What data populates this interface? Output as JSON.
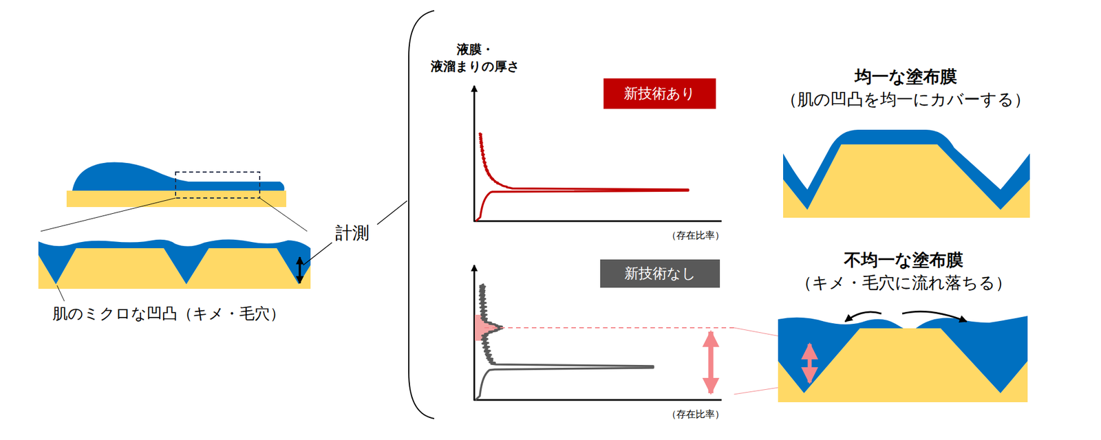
{
  "diagram": {
    "nodes": [
      {
        "text": [
          "新技術あり"
        ]
      },
      {
        "text": [
          "新技術なし"
        ]
      },
      {
        "text": [
          "均一な塗布膜",
          "（肌の凹凸を均一にカバーする）"
        ]
      },
      {
        "text": [
          "不均一な塗布膜",
          "（キメ・毛穴に流れ落ちる）"
        ]
      }
    ],
    "labels": [
      "肌のミクロな凹凸（キメ・毛穴）",
      "計測",
      "液膜・ 液溜まりの厚さ",
      "（存在比率）",
      "（存在比率）"
    ]
  }
}
